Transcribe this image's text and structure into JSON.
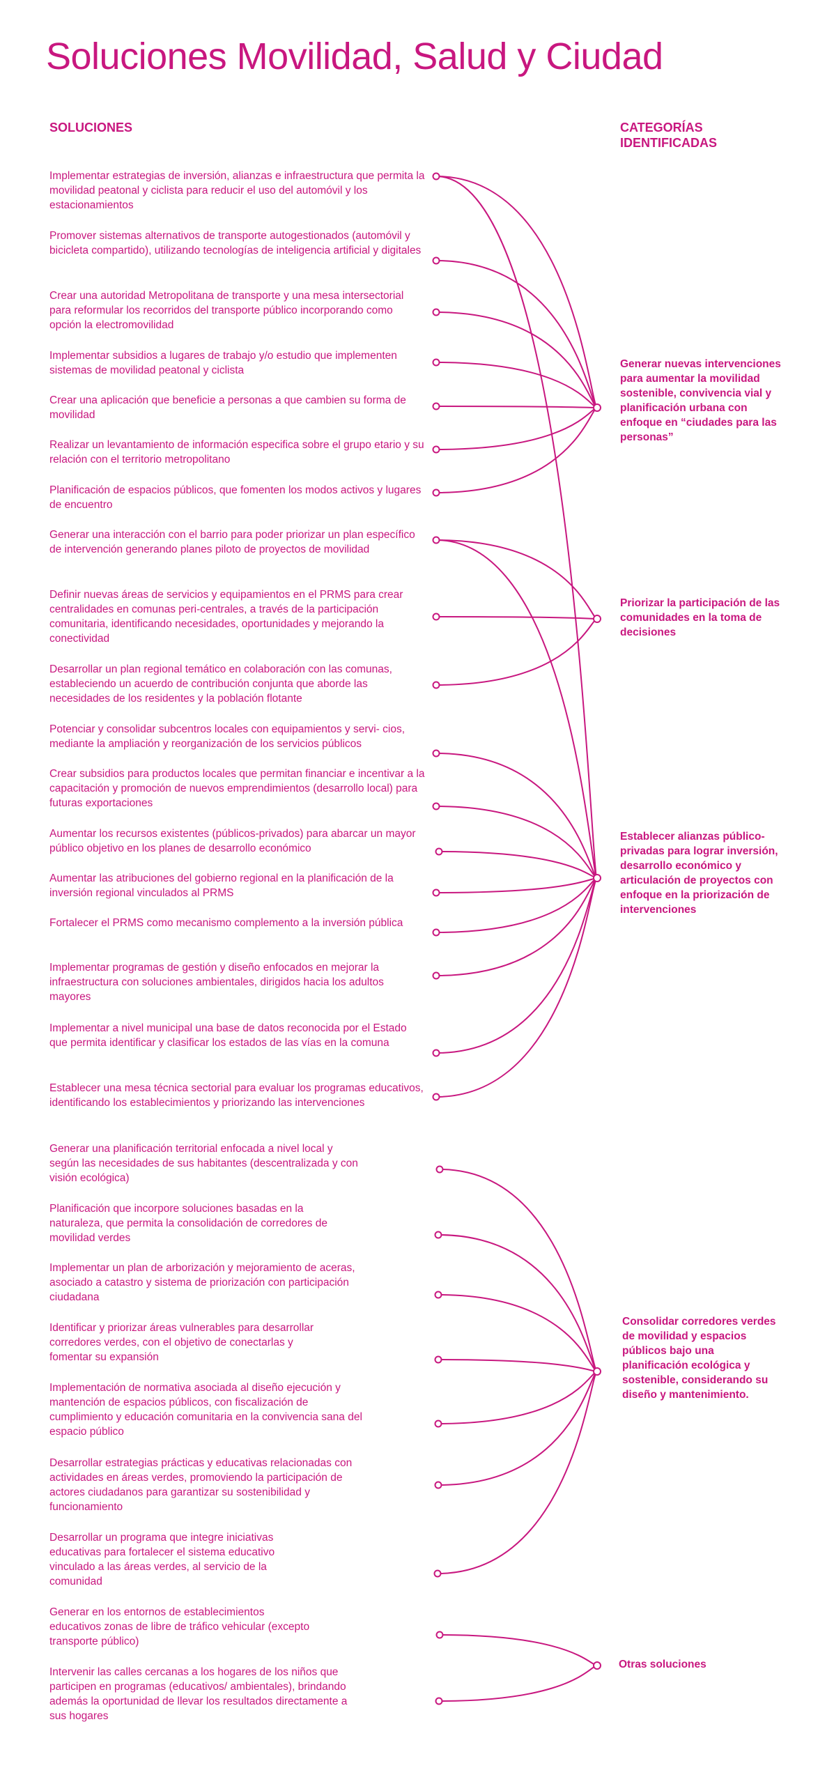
{
  "title": "Soluciones Movilidad, Salud y Ciudad",
  "headers": {
    "soluciones": "SOLUCIONES",
    "categorias": "CATEGORÍAS IDENTIFICADAS"
  },
  "solutions": [
    "Implementar estrategias de inversión, alianzas e infraestructura que permita la movilidad peatonal y ciclista para reducir el uso del automóvil y los estacionamientos",
    "Promover sistemas alternativos de transporte autogestionados (automóvil y bicicleta compartido), utilizando tecnologías de inteligencia artificial y digitales",
    "Crear una autoridad Metropolitana de transporte y una mesa intersectorial para reformular los recorridos del transporte público incorporando como opción la electromovilidad",
    "Implementar subsidios a lugares de trabajo y/o estudio que implementen sistemas de movilidad peatonal y ciclista",
    "Crear una aplicación que beneficie a personas a que cambien su forma de movilidad",
    "Realizar un levantamiento de información especifica sobre el grupo etario y su relación con el territorio metropolitano",
    "Planificación de espacios públicos, que fomenten los modos activos y lugares de encuentro",
    "Generar una interacción con el barrio para poder priorizar un plan específico de intervención generando planes piloto de proyectos de movilidad",
    "Definir nuevas áreas de servicios y equipamientos en el PRMS para crear centralidades en comunas peri-centrales, a través de la participación comunitaria, identificando necesidades, oportunidades y mejorando la conectividad",
    "Desarrollar un plan regional temático en colaboración con las comunas, estableciendo un acuerdo de contribución conjunta que aborde las necesidades de los residentes y la población flotante",
    "Potenciar y consolidar subcentros locales con equipamientos y servi- cios, mediante la ampliación y reorganización de los servicios públicos",
    "Crear subsidios para productos locales que permitan financiar e incentivar a la capacitación y promoción de nuevos emprendimientos (desarrollo local) para futuras exportaciones",
    "Aumentar los recursos existentes (públicos-privados) para abarcar un mayor público objetivo en los planes de desarrollo económico",
    "Aumentar las atribuciones del gobierno regional en la planificación de la inversión regional vinculados al PRMS",
    "Fortalecer el PRMS como mecanismo complemento a la inversión pública",
    "Implementar programas de gestión y diseño enfocados en mejorar la infraestructura con soluciones ambientales, dirigidos hacia los adultos mayores",
    "Implementar a nivel municipal una base de datos reconocida por el Estado que permita identificar y clasificar los estados de las vías en la comuna",
    "Establecer una mesa técnica sectorial para evaluar los programas educativos, identificando los establecimientos y priorizando las intervenciones",
    "Generar una planificación territorial enfocada a nivel local y según las necesidades de sus habitantes (descentralizada y con visión ecológica)",
    "Planificación que incorpore soluciones basadas en la naturaleza, que permita la consolidación de corredores de movilidad verdes",
    "Implementar un plan de arborización y mejoramiento de aceras, asociado a catastro y sistema de priorización con participación ciudadana",
    "Identificar y priorizar áreas vulnerables para desarrollar corredores verdes, con el objetivo de conectarlas y fomentar su expansión",
    "Implementación de normativa asociada al diseño ejecución y mantención de espacios públicos, con fiscalización de cumplimiento y educación comunitaria en la convivencia sana del espacio público",
    "Desarrollar estrategias prácticas y educativas relacionadas con actividades en áreas verdes, promoviendo la participación de actores ciudadanos para garantizar su sostenibilidad y funcionamiento",
    "Desarrollar un programa que integre iniciativas educativas para fortalecer el sistema educativo vinculado a las áreas verdes, al servicio de la comunidad",
    "Generar en los entornos de establecimientos educativos zonas de libre de tráfico vehicular (excepto transporte público)",
    "Intervenir las calles cercanas a los hogares de los niños que participen en programas (educativos/ ambientales), brindando además la oportunidad de llevar los resultados directamente a sus hogares"
  ],
  "categories": [
    "Generar nuevas intervenciones para aumentar la movilidad sostenible, convivencia vial y planificación urbana con enfoque en “ciudades para las personas”",
    "Priorizar la participación de las comunidades en la toma de decisiones",
    "Establecer alianzas público-privadas para lograr inversión, desarrollo económico y articulación de proyectos con enfoque en la priorización de intervenciones",
    "Consolidar corredores verdes de movilidad y espacios públicos bajo una planificación ecológica y sostenible, considerando su diseño y mantenimiento.",
    "Otras soluciones"
  ],
  "links": [
    [
      0,
      0
    ],
    [
      1,
      0
    ],
    [
      2,
      0
    ],
    [
      3,
      0
    ],
    [
      4,
      0
    ],
    [
      5,
      0
    ],
    [
      6,
      0
    ],
    [
      7,
      1
    ],
    [
      8,
      1
    ],
    [
      9,
      1
    ],
    [
      0,
      2
    ],
    [
      7,
      2
    ],
    [
      10,
      2
    ],
    [
      11,
      2
    ],
    [
      12,
      2
    ],
    [
      13,
      2
    ],
    [
      14,
      2
    ],
    [
      15,
      2
    ],
    [
      16,
      2
    ],
    [
      17,
      2
    ],
    [
      18,
      3
    ],
    [
      19,
      3
    ],
    [
      20,
      3
    ],
    [
      21,
      3
    ],
    [
      22,
      3
    ],
    [
      23,
      3
    ],
    [
      24,
      3
    ],
    [
      25,
      4
    ],
    [
      26,
      4
    ]
  ],
  "colors": {
    "accent": "#c8177f",
    "background": "#ffffff"
  }
}
